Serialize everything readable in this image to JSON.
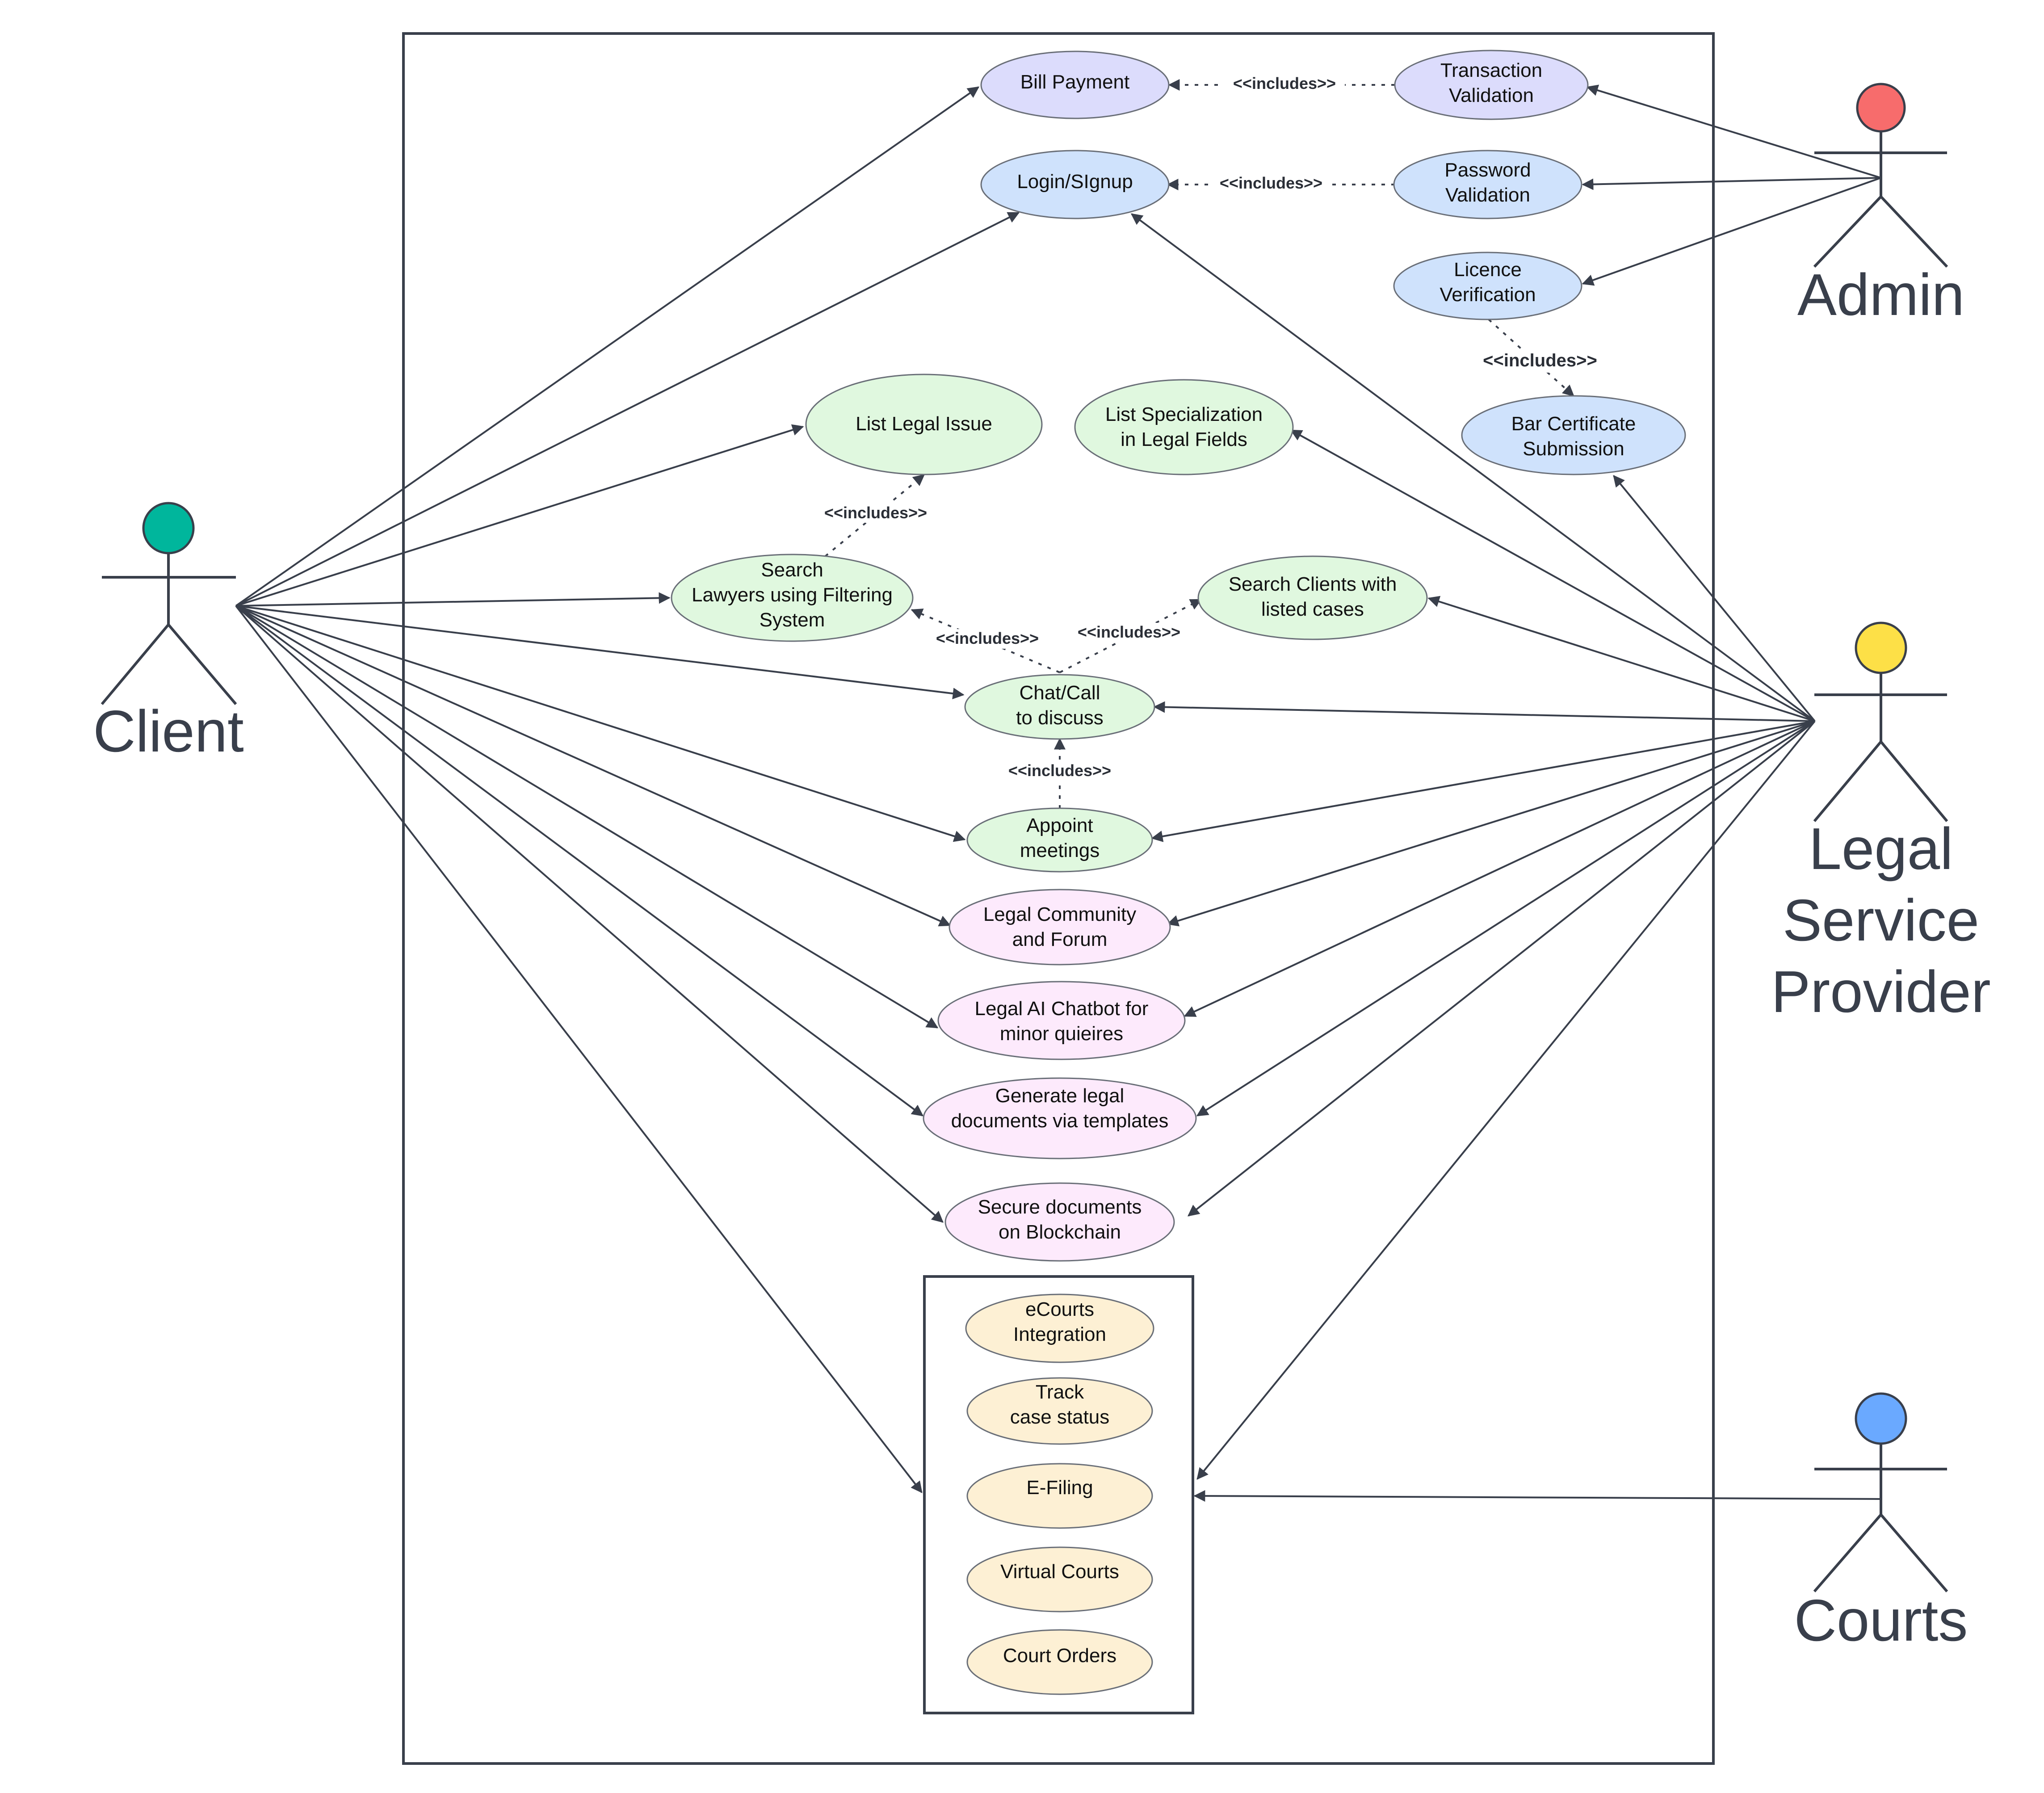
{
  "actors": {
    "client": {
      "label": "Client",
      "head_color": "#00b69c"
    },
    "admin": {
      "label": "Admin",
      "head_color": "#f76c6c"
    },
    "lsp": {
      "label_lines": [
        "Legal",
        "Service",
        "Provider"
      ],
      "head_color": "#fde047"
    },
    "courts": {
      "label": "Courts",
      "head_color": "#6aa9ff"
    }
  },
  "colors": {
    "lavender": "#dcdcfc",
    "blue": "#cfe2fc",
    "green": "#e0f8df",
    "pink": "#fdeafc",
    "yellow": "#fdf0d4"
  },
  "use_cases": {
    "bill_payment": [
      "Bill Payment"
    ],
    "transaction_validation": [
      "Transaction",
      "Validation"
    ],
    "login_signup": [
      "Login/SIgnup"
    ],
    "password_validation": [
      "Password",
      "Validation"
    ],
    "licence_verification": [
      "Licence",
      "Verification"
    ],
    "bar_certificate": [
      "Bar Certificate",
      "Submission"
    ],
    "list_legal_issue": [
      "List Legal Issue"
    ],
    "list_specialization": [
      "List Specialization",
      "in Legal Fields"
    ],
    "search_lawyers": [
      "Search",
      "Lawyers using Filtering",
      "System"
    ],
    "search_clients": [
      "Search Clients with",
      "listed cases"
    ],
    "chat_call": [
      "Chat/Call",
      "to discuss"
    ],
    "appoint_meetings": [
      "Appoint",
      "meetings"
    ],
    "legal_community": [
      "Legal Community",
      "and Forum"
    ],
    "legal_ai_chatbot": [
      "Legal AI Chatbot for",
      "minor quieires"
    ],
    "generate_documents": [
      "Generate legal",
      "documents via templates"
    ],
    "secure_documents": [
      "Secure documents",
      "on Blockchain"
    ],
    "ecourts": [
      "eCourts",
      "Integration"
    ],
    "track_case": [
      "Track",
      "case status"
    ],
    "efiling": [
      "E-Filing"
    ],
    "virtual_courts": [
      "Virtual Courts"
    ],
    "court_orders": [
      "Court Orders"
    ]
  },
  "includes_label": "<<includes>>"
}
